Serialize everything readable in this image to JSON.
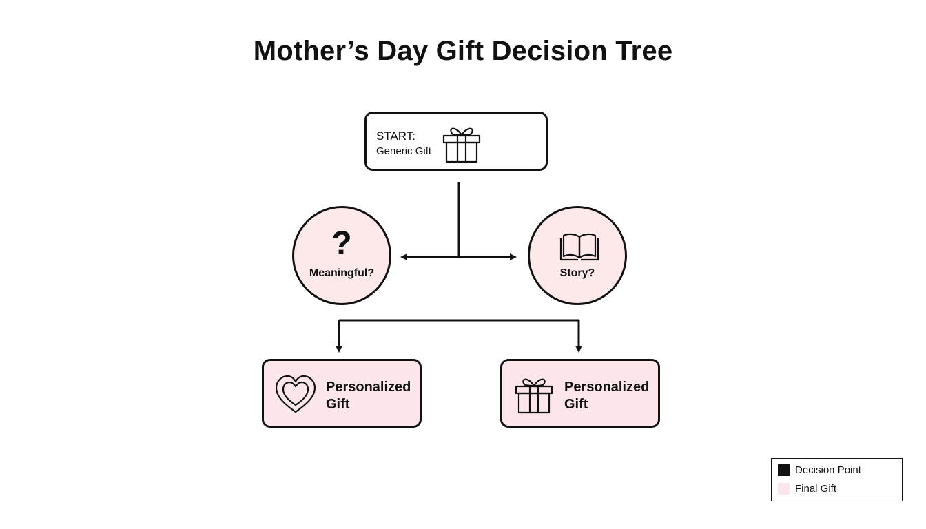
{
  "title": "Mother’s Day Gift Decision Tree",
  "start": {
    "line1": "START:",
    "line2": "Generic Gift",
    "icon": "gift-icon"
  },
  "decisions": [
    {
      "symbol": "?",
      "label": "Meaningful?",
      "icon": "question-mark-icon"
    },
    {
      "label": "Story?",
      "icon": "open-book-icon"
    }
  ],
  "outcomes": [
    {
      "line1": "Personalized",
      "line2": "Gift",
      "icon": "heart-icon"
    },
    {
      "line1": "Personalized",
      "line2": "Gift",
      "icon": "gift-icon"
    }
  ],
  "legend": [
    {
      "label": "Decision Point",
      "color": "#111111"
    },
    {
      "label": "Final Gift",
      "color": "#fde6ea"
    }
  ],
  "colors": {
    "node_fill": "#fde8ea",
    "outcome_fill": "#fde6ea",
    "stroke": "#111111"
  }
}
